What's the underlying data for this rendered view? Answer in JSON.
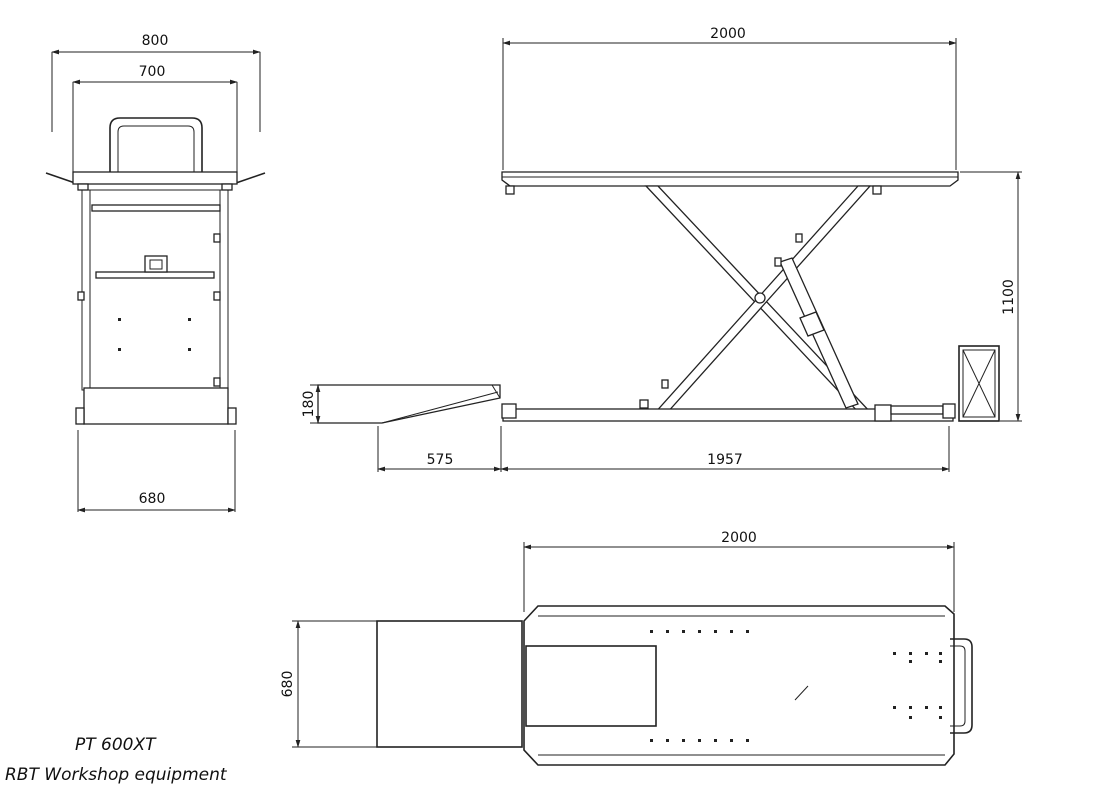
{
  "front_view": {
    "dim_top_outer": "800",
    "dim_top_inner": "700",
    "dim_bottom": "680"
  },
  "side_view": {
    "dim_length": "2000",
    "dim_height": "1100",
    "dim_ramp_height": "180",
    "dim_ramp_length": "575",
    "dim_base_length": "1957"
  },
  "top_view": {
    "dim_length": "2000",
    "dim_width": "680"
  },
  "caption": {
    "model": "PT 600XT",
    "company": "RBT Workshop equipment"
  }
}
